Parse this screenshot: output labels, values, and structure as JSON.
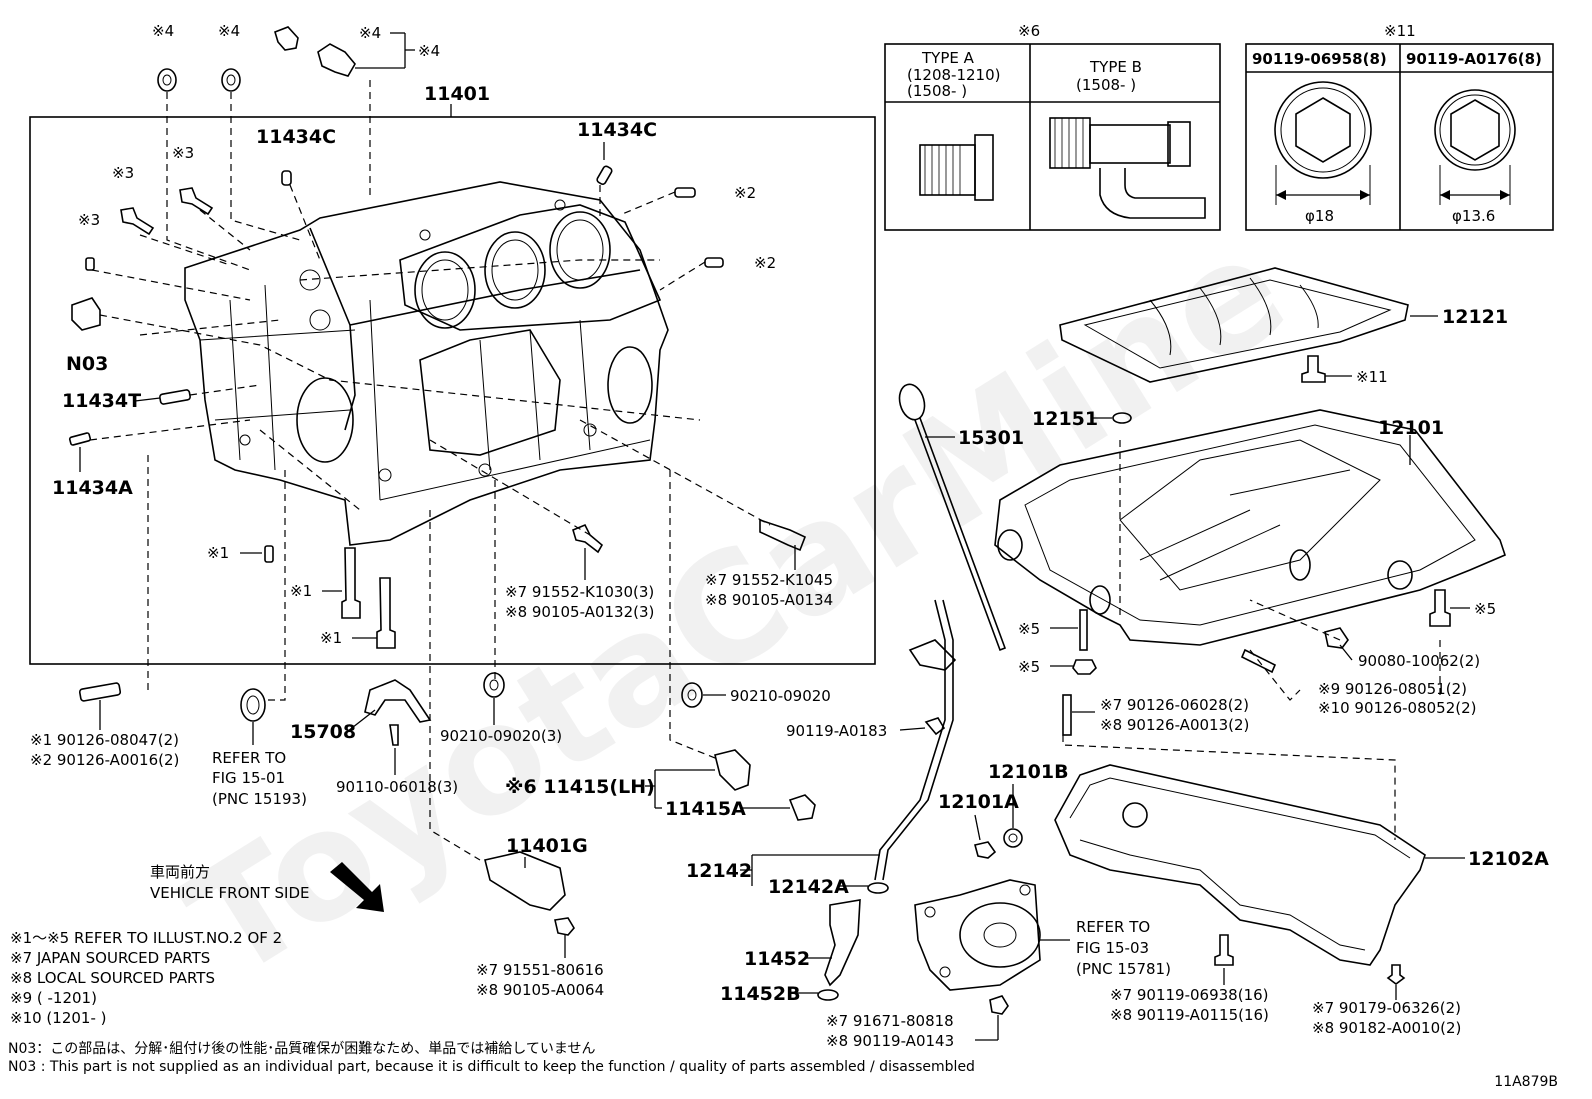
{
  "watermark": "ToyotaCarMine",
  "frame_label": "11401",
  "labels": {
    "p11434c_left": "11434C",
    "p11434c_right": "11434C",
    "n03": "N03",
    "p11434t": "11434T",
    "p11434a": "11434A",
    "p15301": "15301",
    "p12151": "12151",
    "p12101": "12101",
    "p12121": "12121",
    "p15708": "15708",
    "p11415lh": "※6 11415(LH)",
    "p11415a": "11415A",
    "p11401g": "11401G",
    "p12142": "12142",
    "p12142a": "12142A",
    "p11452": "11452",
    "p11452b": "11452B",
    "p12101a": "12101A",
    "p12101b": "12101B",
    "p12102a": "12102A"
  },
  "marks": {
    "s4a": "※4",
    "s4b": "※4",
    "s4c": "※4",
    "s4d": "※4",
    "s3a": "※3",
    "s3b": "※3",
    "s3c": "※3",
    "s2a": "※2",
    "s2b": "※2",
    "s1a": "※1",
    "s1b": "※1",
    "s1c": "※1",
    "s5a": "※5",
    "s5b": "※5",
    "s5c": "※5",
    "s11": "※11"
  },
  "callouts": {
    "c_91552_k1030": "※7 91552-K1030(3)",
    "c_90105_a0132": "※8 90105-A0132(3)",
    "c_91552_k1045": "※7 91552-K1045",
    "c_90105_a0134": "※8 90105-A0134",
    "c_90126_08047": "※1 90126-08047(2)",
    "c_90126_a0016": "※2 90126-A0016(2)",
    "c_refer1501_a": "REFER TO",
    "c_refer1501_b": "FIG 15-01",
    "c_refer1501_c": "(PNC 15193)",
    "c_90110_06018": "90110-06018(3)",
    "c_90210_09020_3": "90210-09020(3)",
    "c_90210_09020": "90210-09020",
    "c_90119_a0183": "90119-A0183",
    "c_90080_10062": "90080-10062(2)",
    "c_90126_08051": "※9  90126-08051(2)",
    "c_90126_08052": "※10 90126-08052(2)",
    "c_90126_06028": "※7 90126-06028(2)",
    "c_90126_a0013": "※8 90126-A0013(2)",
    "c_91551_80616": "※7 91551-80616",
    "c_90105_a0064": "※8 90105-A0064",
    "c_91671_80818": "※7 91671-80818",
    "c_90119_a0143": "※8 90119-A0143",
    "c_refer1503_a": "REFER TO",
    "c_refer1503_b": "FIG 15-03",
    "c_refer1503_c": "(PNC 15781)",
    "c_90119_06938": "※7 90119-06938(16)",
    "c_90119_a0115": "※8 90119-A0115(16)",
    "c_90179_06326": "※7 90179-06326(2)",
    "c_90182_a0010": "※8 90182-A0010(2)"
  },
  "box6": {
    "title": "※6",
    "type_a": "TYPE A",
    "type_a_r1": "(1208-1210)",
    "type_a_r2": "(1508-      )",
    "type_b": "TYPE B",
    "type_b_r1": "(1508-      )"
  },
  "box11": {
    "title": "※11",
    "col1": "90119-06958(8)",
    "col2": "90119-A0176(8)",
    "dim1": "φ18",
    "dim2": "φ13.6"
  },
  "front": {
    "jp": "車両前方",
    "en": "VEHICLE FRONT SIDE"
  },
  "notes": [
    "※1～※5  REFER TO ILLUST.NO.2 OF 2",
    "※7 JAPAN SOURCED PARTS",
    "※8 LOCAL SOURCED PARTS",
    "※9 (       -1201)",
    "※10 (1201-       )"
  ],
  "footnotes": {
    "jp": "N03：この部品は、分解･組付け後の性能･品質確保が困難なため、単品では補給していません",
    "en": "N03 : This part is not supplied as an individual part, because it is difficult to keep the function / quality of parts  assembled / disassembled"
  },
  "figure_id": "11A879B"
}
